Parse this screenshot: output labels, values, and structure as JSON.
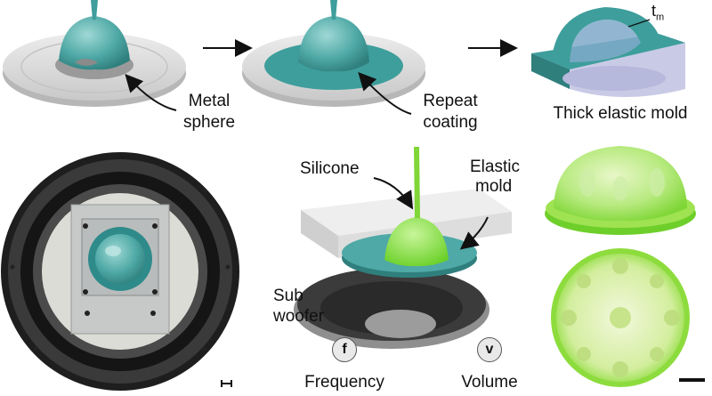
{
  "labels": {
    "metal_sphere_1": "Metal",
    "metal_sphere_2": "sphere",
    "repeat_coating_1": "Repeat",
    "repeat_coating_2": "coating",
    "thick_mold": "Thick elastic mold",
    "tm_base": "t",
    "tm_sub": "m",
    "silicone": "Silicone",
    "elastic_mold_1": "Elastic",
    "elastic_mold_2": "mold",
    "subwoofer_1": "Sub",
    "subwoofer_2": "woofer",
    "frequency_symbol": "f",
    "frequency": "Frequency",
    "volume_symbol": "v",
    "volume": "Volume"
  },
  "colors": {
    "teal": "#3e9e9c",
    "teal_light": "#7cc3c1",
    "lime": "#8fe04a",
    "plate": "#d9d9d9",
    "speaker_dark": "#2a2a2a"
  }
}
